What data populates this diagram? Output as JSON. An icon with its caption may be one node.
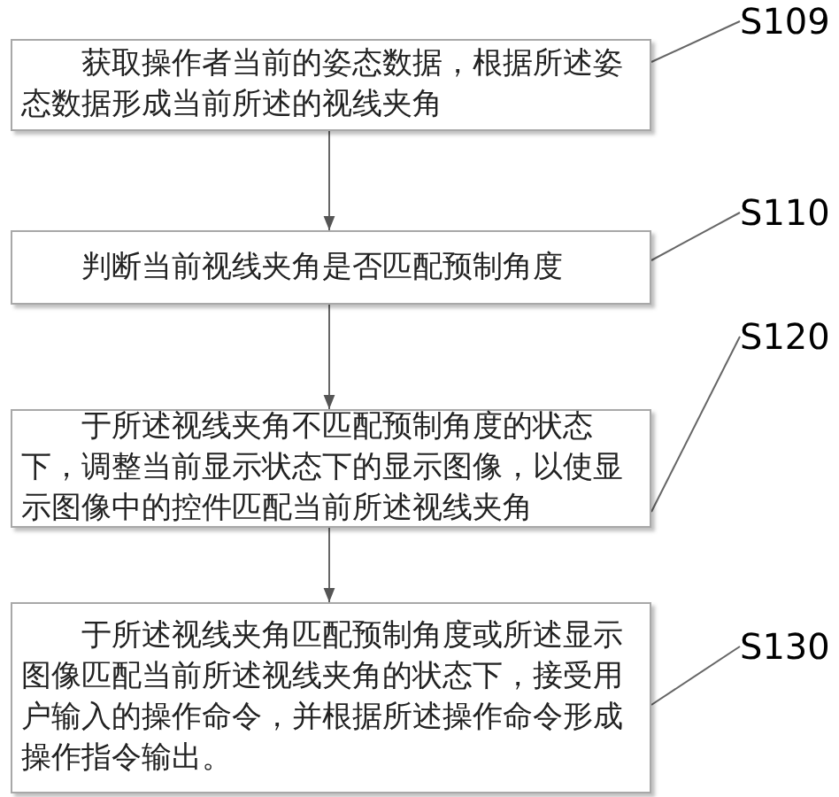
{
  "diagram": {
    "nodes": [
      {
        "text": [
          "获取操作者当前的姿态数据，根据所述姿态数据形成当前所述的视线夹角"
        ]
      },
      {
        "text": [
          "判断当前视线夹角是否匹配预制角度"
        ]
      },
      {
        "text": [
          "于所述视线夹角不匹配预制角度的状态下，调整当前显示状态下的显示图像，以使显示图像中的控件匹配当前所述视线夹角"
        ]
      },
      {
        "text": [
          "于所述视线夹角匹配预制角度或所述显示图像匹配当前所述视线夹角的状态下，接受用户输入的操作命令，并根据所述操作命令形成操作指令输出。"
        ]
      },
      {
        "text": [
          "S109"
        ]
      },
      {
        "text": [
          "S110"
        ]
      },
      {
        "text": [
          "S120"
        ]
      },
      {
        "text": [
          "S130"
        ]
      }
    ],
    "edges": [
      {
        "from": 0,
        "to": 1,
        "arrow": "to"
      },
      {
        "from": 1,
        "to": 2,
        "arrow": "to"
      },
      {
        "from": 2,
        "to": 3,
        "arrow": "to"
      },
      {
        "from": 4,
        "to": 0,
        "arrow": "none"
      },
      {
        "from": 5,
        "to": 1,
        "arrow": "none"
      },
      {
        "from": 6,
        "to": 2,
        "arrow": "none"
      },
      {
        "from": 7,
        "to": 3,
        "arrow": "none"
      }
    ]
  }
}
